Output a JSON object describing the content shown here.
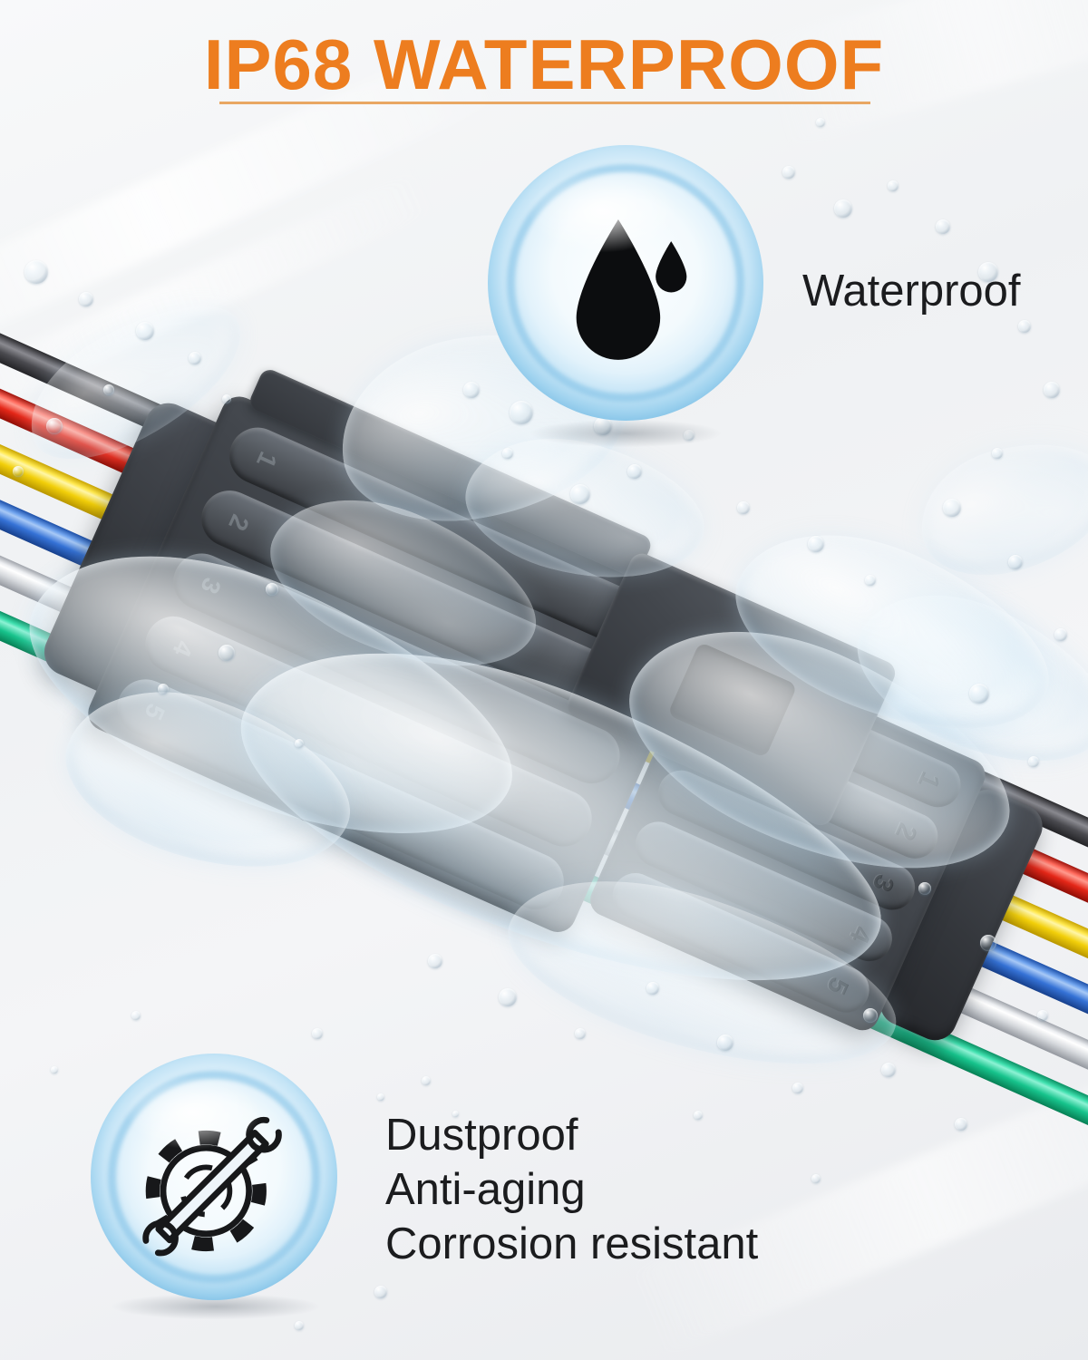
{
  "title": {
    "text": "IP68 WATERPROOF",
    "accent_color": "#ED7D1F",
    "underline_color": "#E9A763"
  },
  "features": {
    "waterproof": {
      "label": "Waterproof",
      "icon": "water-drop-icon"
    },
    "durability": {
      "lines": [
        "Dustproof",
        "Anti-aging",
        "Corrosion resistant"
      ],
      "icon": "gear-wrench-icon"
    }
  },
  "product": {
    "pin_numbers": [
      "1",
      "2",
      "3",
      "4",
      "5"
    ],
    "wire_colors": [
      {
        "name": "black",
        "hex": "#414146"
      },
      {
        "name": "red",
        "hex": "#E93323"
      },
      {
        "name": "yellow",
        "hex": "#F7D912"
      },
      {
        "name": "blue",
        "hex": "#3E82E4"
      },
      {
        "name": "white",
        "hex": "#E9EAEC"
      },
      {
        "name": "green",
        "hex": "#27D3A0"
      }
    ],
    "water_accent": "#7FC0E6",
    "connector_color": "#3B3E44"
  }
}
